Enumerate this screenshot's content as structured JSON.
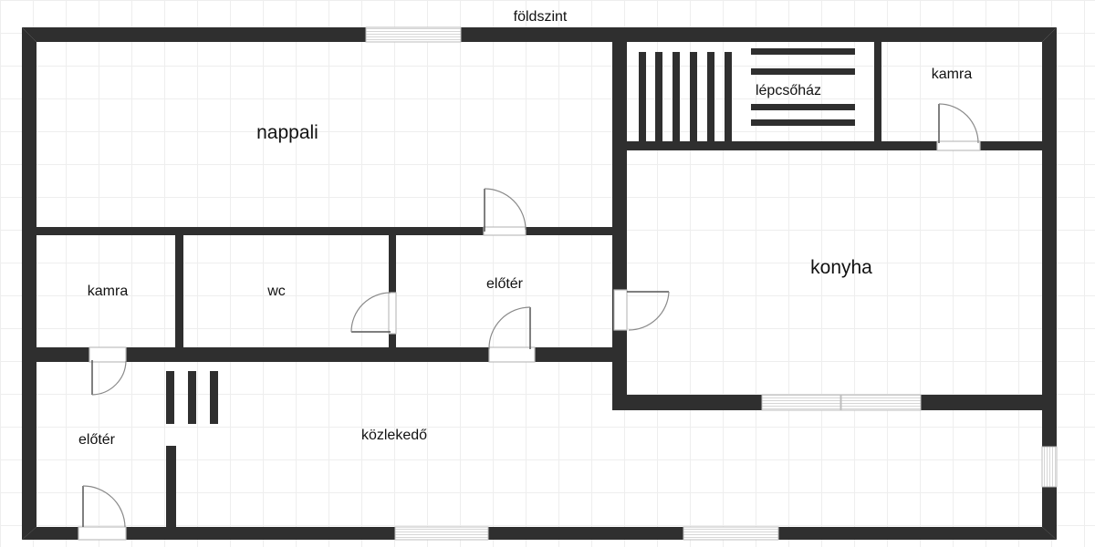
{
  "floor": {
    "title": "földszint"
  },
  "rooms": {
    "nappali": "nappali",
    "lepcsohaz": "lépcsőház",
    "kamra_top": "kamra",
    "konyha": "konyha",
    "kamra_left": "kamra",
    "wc": "wc",
    "eloter_mid": "előtér",
    "eloter_left": "előtér",
    "kozlekedo": "közlekedő"
  },
  "colors": {
    "wall": "#2f2f2f",
    "window_frame": "#cfcfcf",
    "door_line": "#8a8a8a",
    "grid": "#eeeeee"
  }
}
